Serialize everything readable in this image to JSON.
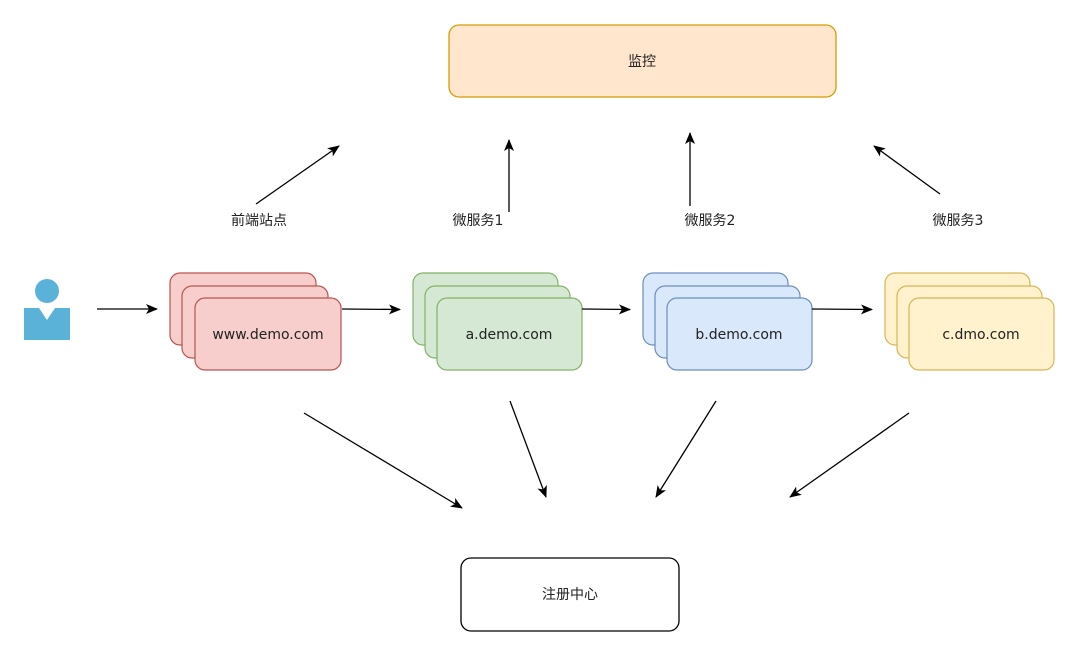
{
  "colors": {
    "monitor_fill": "#ffe6cc",
    "monitor_stroke": "#d79b00",
    "red_fill": "#f8cecc",
    "red_stroke": "#b85450",
    "green_fill": "#d5e8d4",
    "green_stroke": "#82b366",
    "blue_fill": "#dae8fc",
    "blue_stroke": "#6c8ebf",
    "yellow_fill": "#fff2cc",
    "yellow_stroke": "#d6b656",
    "registry_fill": "#ffffff",
    "registry_stroke": "#000000",
    "user_icon": "#5bb2d9",
    "arrow": "#000000"
  },
  "nodes": {
    "monitor": "监控",
    "registry": "注册中心",
    "frontend": "www.demo.com",
    "service_a": "a.demo.com",
    "service_b": "b.demo.com",
    "service_c": "c.dmo.com"
  },
  "labels": {
    "frontend": "前端站点",
    "service1": "微服务1",
    "service2": "微服务2",
    "service3": "微服务3"
  },
  "icons": {
    "user": "user-icon"
  }
}
